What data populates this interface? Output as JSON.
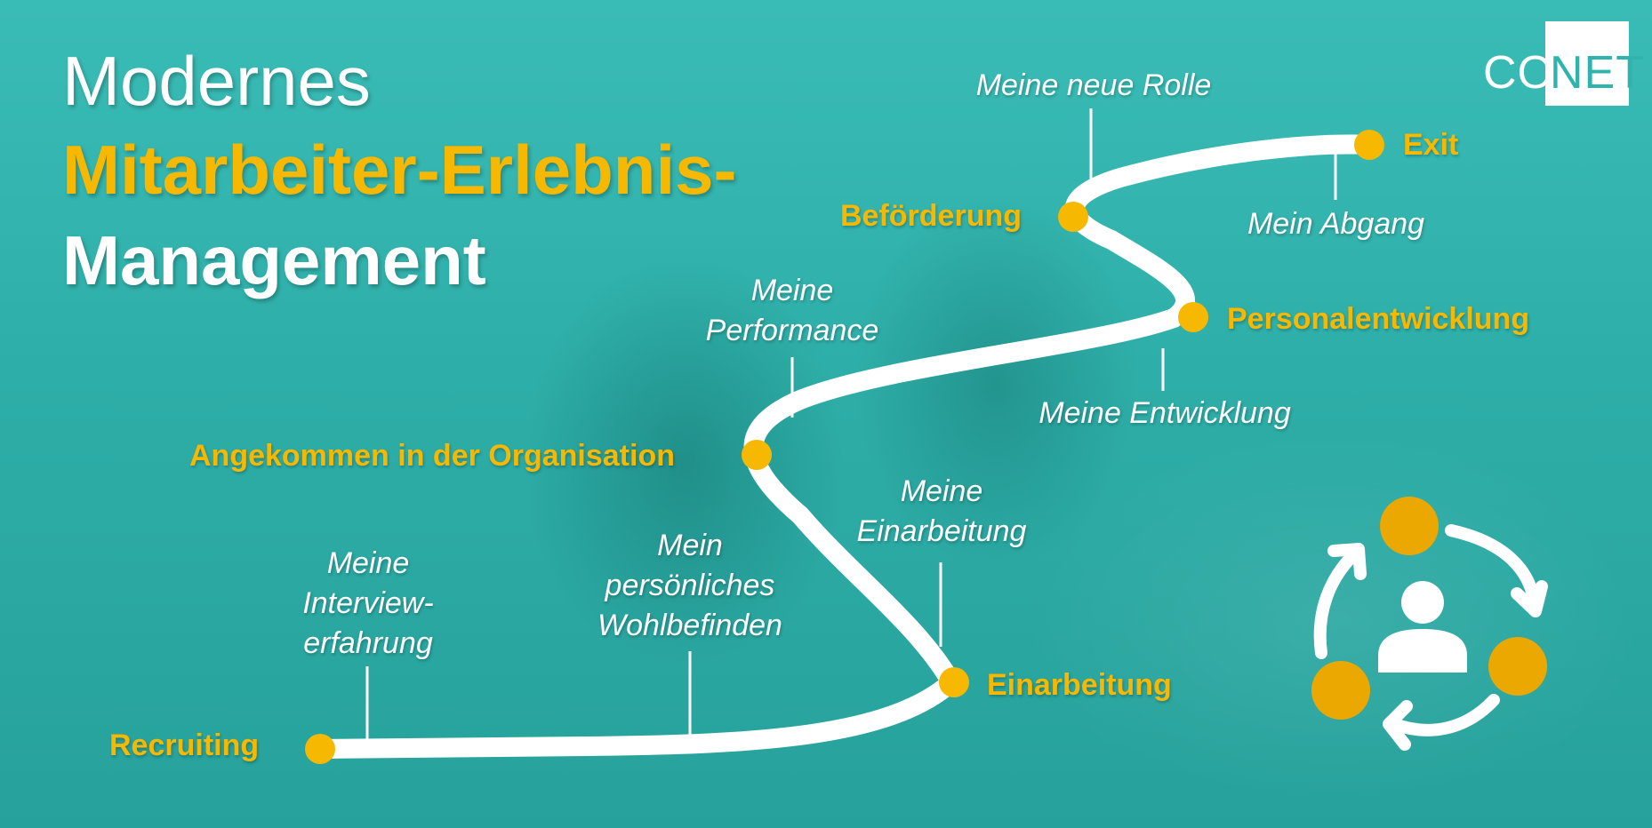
{
  "title": {
    "line1": "Modernes",
    "line2": "Mitarbeiter-Erlebnis-",
    "line3": "Management"
  },
  "logo": {
    "left": "CO",
    "right": "NET"
  },
  "colors": {
    "background": "#2fb3ad",
    "accent": "#f6b800",
    "path": "#ffffff",
    "node": "#f6b800"
  },
  "stages": [
    {
      "label": "Recruiting"
    },
    {
      "label": "Einarbeitung"
    },
    {
      "label": "Angekommen in der Organisation"
    },
    {
      "label": "Personalentwicklung"
    },
    {
      "label": "Beförderung"
    },
    {
      "label": "Exit"
    }
  ],
  "experiences": [
    {
      "lines": [
        "Meine",
        "Interview-",
        "erfahrung"
      ]
    },
    {
      "lines": [
        "Mein",
        "persönliches",
        "Wohlbefinden"
      ]
    },
    {
      "lines": [
        "Meine",
        "Einarbeitung"
      ]
    },
    {
      "lines": [
        "Meine",
        "Performance"
      ]
    },
    {
      "lines": [
        "Meine Entwicklung"
      ]
    },
    {
      "lines": [
        "Meine neue Rolle"
      ]
    },
    {
      "lines": [
        "Mein Abgang"
      ]
    }
  ],
  "cycle_icon": "people-cycle-icon"
}
